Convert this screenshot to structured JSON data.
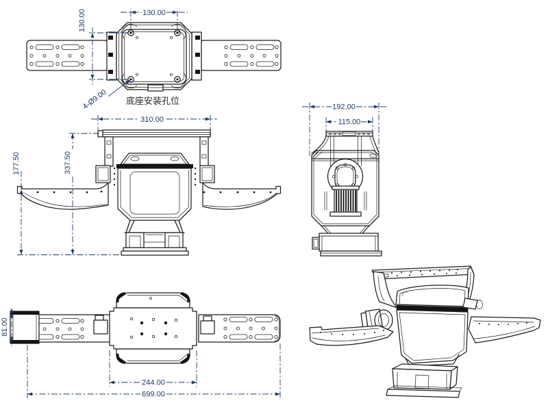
{
  "document": {
    "kind": "mechanical multi-view drawing",
    "background": "#ffffff"
  },
  "colors": {
    "line": "#1c1c1c",
    "dimension": "#1f3864",
    "caption_text": "#262626"
  },
  "views": {
    "top_view": {
      "name": "base top view",
      "caption": "底座安装孔位",
      "dims": {
        "hole_span_h": "130.00",
        "hole_span_v": "130.00",
        "hole_callout": "4-Ø9.00"
      }
    },
    "front_view": {
      "name": "front elevation",
      "dims": {
        "yoke_width": "310.00",
        "overall_height": "337.50",
        "arm_height": "177.50"
      }
    },
    "side_view": {
      "name": "side elevation",
      "dims": {
        "outer_width": "192.00",
        "plate_width": "115.00"
      }
    },
    "bottom_view": {
      "name": "bottom view",
      "dims": {
        "rail_width": "81.00",
        "plate_width": "244.00",
        "overall_width": "699.00"
      }
    },
    "iso_view": {
      "name": "isometric view"
    }
  }
}
